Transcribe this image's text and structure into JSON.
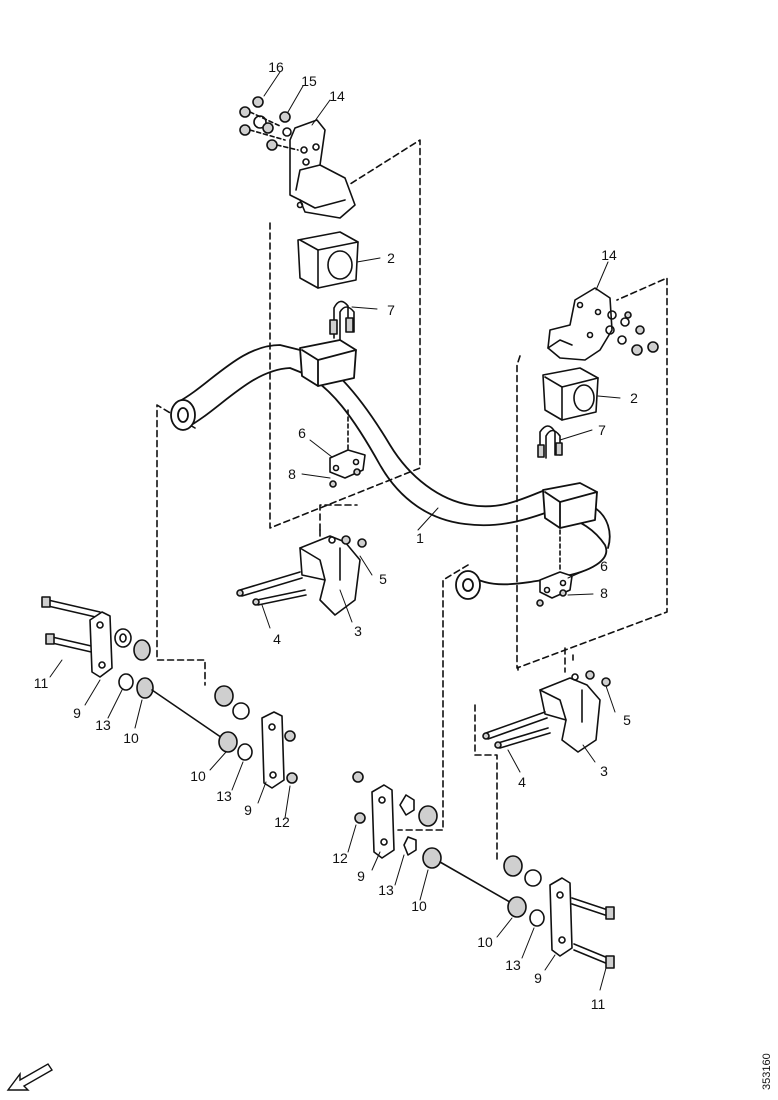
{
  "colors": {
    "line": "#111111",
    "part_fill": "#ffffff",
    "part_shade": "#cfcfcf",
    "background": "#ffffff"
  },
  "callouts": [
    {
      "id": "c16",
      "text": "16"
    },
    {
      "id": "c15",
      "text": "15"
    },
    {
      "id": "c14a",
      "text": "14"
    },
    {
      "id": "c2a",
      "text": "2"
    },
    {
      "id": "c7a",
      "text": "7"
    },
    {
      "id": "c6a",
      "text": "6"
    },
    {
      "id": "c8a",
      "text": "8"
    },
    {
      "id": "c1",
      "text": "1"
    },
    {
      "id": "c5a",
      "text": "5"
    },
    {
      "id": "c4a",
      "text": "4"
    },
    {
      "id": "c3a",
      "text": "3"
    },
    {
      "id": "c14b",
      "text": "14"
    },
    {
      "id": "c2b",
      "text": "2"
    },
    {
      "id": "c7b",
      "text": "7"
    },
    {
      "id": "c6b",
      "text": "6"
    },
    {
      "id": "c8b",
      "text": "8"
    },
    {
      "id": "c5b",
      "text": "5"
    },
    {
      "id": "c4b",
      "text": "4"
    },
    {
      "id": "c3b",
      "text": "3"
    },
    {
      "id": "c11a",
      "text": "11"
    },
    {
      "id": "c9a",
      "text": "9"
    },
    {
      "id": "c13a",
      "text": "13"
    },
    {
      "id": "c10a",
      "text": "10"
    },
    {
      "id": "c10b",
      "text": "10"
    },
    {
      "id": "c13b",
      "text": "13"
    },
    {
      "id": "c9b",
      "text": "9"
    },
    {
      "id": "c12a",
      "text": "12"
    },
    {
      "id": "c12b",
      "text": "12"
    },
    {
      "id": "c9c",
      "text": "9"
    },
    {
      "id": "c13c",
      "text": "13"
    },
    {
      "id": "c10c",
      "text": "10"
    },
    {
      "id": "c10d",
      "text": "10"
    },
    {
      "id": "c13d",
      "text": "13"
    },
    {
      "id": "c9d",
      "text": "9"
    },
    {
      "id": "c11b",
      "text": "11"
    }
  ],
  "drawing_id": "353160",
  "orientation_arrow": {
    "icon": "direction-arrow-icon",
    "direction": "front-left"
  }
}
